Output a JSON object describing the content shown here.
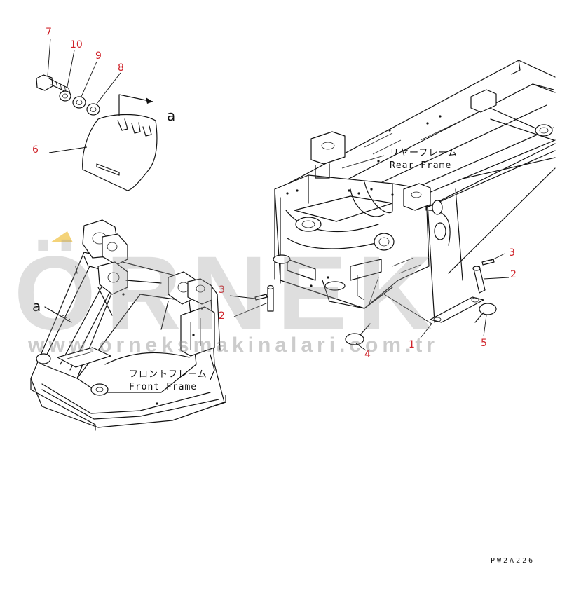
{
  "callouts": [
    {
      "id": "c7",
      "text": "7"
    },
    {
      "id": "c10",
      "text": "10"
    },
    {
      "id": "c9",
      "text": "9"
    },
    {
      "id": "c8",
      "text": "8"
    },
    {
      "id": "c6",
      "text": "6"
    },
    {
      "id": "c3a",
      "text": "3"
    },
    {
      "id": "c2a",
      "text": "2"
    },
    {
      "id": "c3b",
      "text": "3"
    },
    {
      "id": "c2b",
      "text": "2"
    },
    {
      "id": "c4",
      "text": "4"
    },
    {
      "id": "c1",
      "text": "1"
    },
    {
      "id": "c5",
      "text": "5"
    }
  ],
  "ref_letters": {
    "top": "a",
    "front": "a"
  },
  "rear_frame": {
    "jp": "リヤーフレーム",
    "en": "Rear Frame"
  },
  "front_frame": {
    "jp": "フロントフレーム",
    "en": "Front Frame"
  },
  "watermark": {
    "brand": "ÖRNEK",
    "url": "www.orneksmakinalari.com.tr"
  },
  "figure_code": "PW2A226"
}
